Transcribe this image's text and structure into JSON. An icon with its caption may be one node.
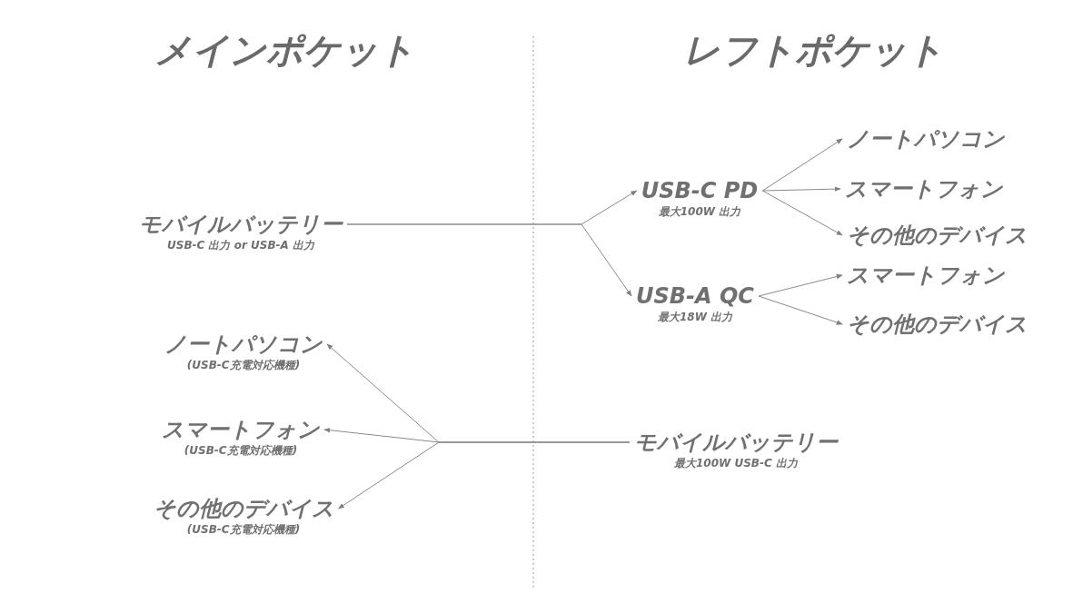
{
  "diagram": {
    "nodes": [
      {
        "text": [
          "モバイルバッテリー",
          "USB-C 出力 or USB-A 出力"
        ]
      },
      {
        "text": [
          "USB-C PD",
          "最大100W 出力"
        ]
      },
      {
        "text": [
          "USB-A QC",
          "最大18W 出力"
        ]
      },
      {
        "text": [
          "ノートパソコン"
        ]
      },
      {
        "text": [
          "スマートフォン"
        ]
      },
      {
        "text": [
          "その他のデバイス"
        ]
      },
      {
        "text": [
          "スマートフォン"
        ]
      },
      {
        "text": [
          "その他のデバイス"
        ]
      },
      {
        "text": [
          "モバイルバッテリー",
          "最大100W USB-C 出力"
        ]
      },
      {
        "text": [
          "ノートパソコン",
          "(USB-C充電対応機種)"
        ]
      },
      {
        "text": [
          "スマートフォン",
          "(USB-C充電対応機種)"
        ]
      },
      {
        "text": [
          "その他のデバイス",
          "(USB-C充電対応機種)"
        ]
      }
    ],
    "edges": [
      {
        "from": 0,
        "to": 1,
        "arrow": "to"
      },
      {
        "from": 0,
        "to": 2,
        "arrow": "to"
      },
      {
        "from": 1,
        "to": 3,
        "arrow": "to"
      },
      {
        "from": 1,
        "to": 4,
        "arrow": "to"
      },
      {
        "from": 1,
        "to": 5,
        "arrow": "to"
      },
      {
        "from": 2,
        "to": 6,
        "arrow": "to"
      },
      {
        "from": 2,
        "to": 7,
        "arrow": "to"
      },
      {
        "from": 8,
        "to": 9,
        "arrow": "to"
      },
      {
        "from": 8,
        "to": 10,
        "arrow": "to"
      },
      {
        "from": 8,
        "to": 11,
        "arrow": "to"
      }
    ],
    "labels": [
      "メインポケット",
      "レフトポケット"
    ]
  }
}
